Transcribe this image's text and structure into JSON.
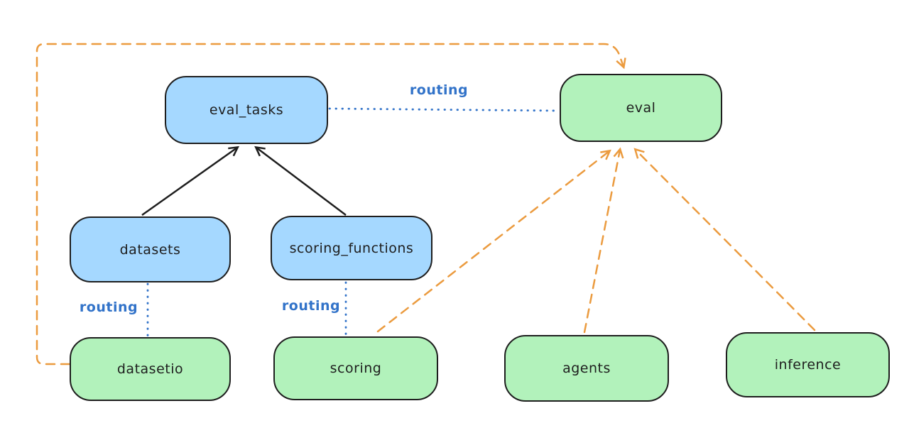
{
  "diagram": {
    "nodes": {
      "eval_tasks": {
        "label": "eval_tasks",
        "fill": "blue"
      },
      "eval": {
        "label": "eval",
        "fill": "green"
      },
      "datasets": {
        "label": "datasets",
        "fill": "blue"
      },
      "scoring_functions": {
        "label": "scoring_functions",
        "fill": "blue"
      },
      "datasetio": {
        "label": "datasetio",
        "fill": "green"
      },
      "scoring": {
        "label": "scoring",
        "fill": "green"
      },
      "agents": {
        "label": "agents",
        "fill": "green"
      },
      "inference": {
        "label": "inference",
        "fill": "green"
      }
    },
    "edge_labels": {
      "routing_eval_tasks_eval": "routing",
      "routing_datasets_datasetio": "routing",
      "routing_scoring_functions_scoring": "routing"
    },
    "edges": [
      {
        "from": "datasets",
        "to": "eval_tasks",
        "style": "solid-black-arrow"
      },
      {
        "from": "scoring_functions",
        "to": "eval_tasks",
        "style": "solid-black-arrow"
      },
      {
        "from": "eval_tasks",
        "to": "eval",
        "style": "dotted-blue",
        "label": "routing"
      },
      {
        "from": "datasets",
        "to": "datasetio",
        "style": "dotted-blue",
        "label": "routing"
      },
      {
        "from": "scoring_functions",
        "to": "scoring",
        "style": "dotted-blue",
        "label": "routing"
      },
      {
        "from": "scoring",
        "to": "eval",
        "style": "dashed-orange-arrow"
      },
      {
        "from": "agents",
        "to": "eval",
        "style": "dashed-orange-arrow"
      },
      {
        "from": "inference",
        "to": "eval",
        "style": "dashed-orange-arrow"
      },
      {
        "from": "datasetio",
        "to": "eval",
        "style": "dashed-orange-arrow"
      }
    ]
  },
  "colors": {
    "node_blue_fill": "#a5d8ff",
    "node_green_fill": "#b2f2bb",
    "stroke_black": "#1e1e1e",
    "routing_blue": "#3273c9",
    "orange_dashed": "#eb9b3f",
    "background": "#ffffff"
  }
}
